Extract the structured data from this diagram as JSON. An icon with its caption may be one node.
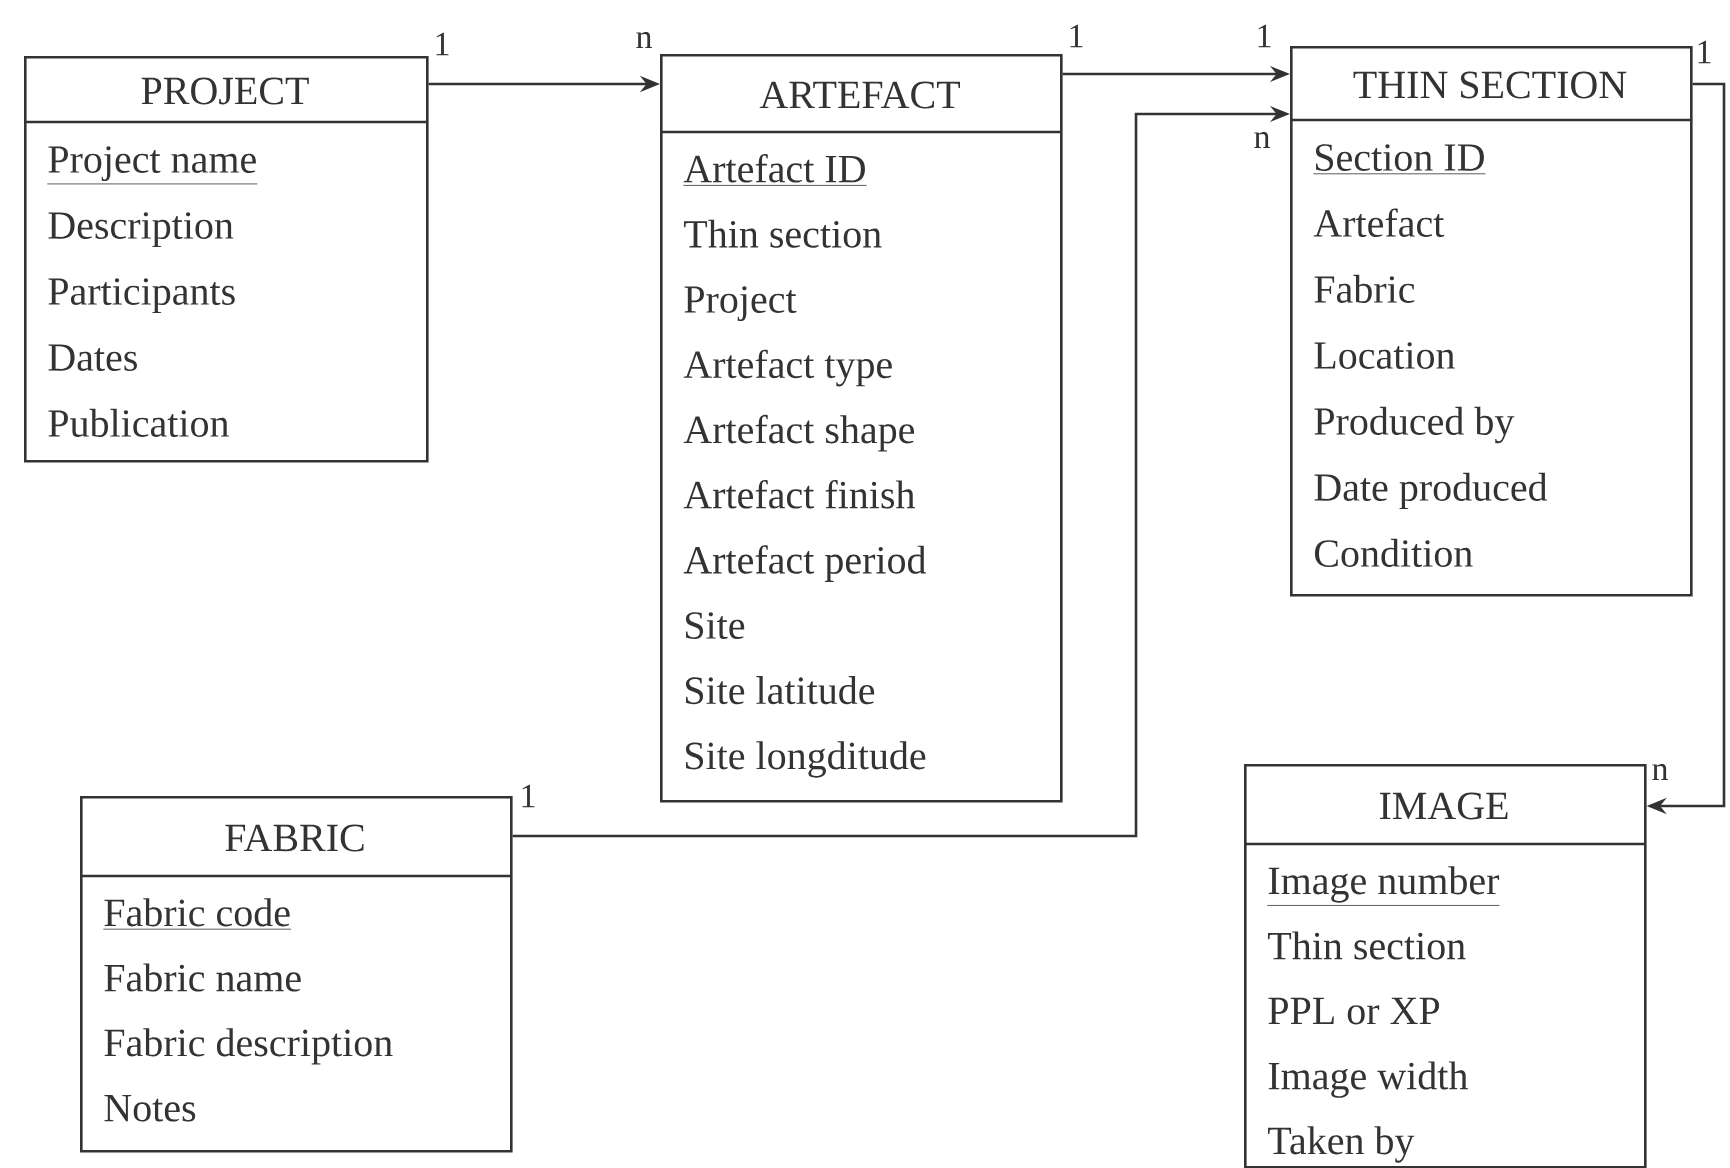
{
  "diagram": {
    "nodes": [
      {
        "text": [
          "PROJECT",
          "Project name",
          "Description",
          "Participants",
          "Dates",
          "Publication"
        ]
      },
      {
        "text": [
          "ARTEFACT",
          "Artefact ID",
          "Thin section",
          "Project",
          "Artefact type",
          "Artefact shape",
          "Artefact finish",
          "Artefact period",
          "Site",
          "Site latitude",
          "Site longditude"
        ]
      },
      {
        "text": [
          "THIN SECTION",
          "Section ID",
          "Artefact",
          "Fabric",
          "Location",
          "Produced by",
          "Date produced",
          "Condition"
        ]
      },
      {
        "text": [
          "FABRIC",
          "Fabric code",
          "Fabric name",
          "Fabric description",
          "Notes"
        ]
      },
      {
        "text": [
          "IMAGE",
          "Image number",
          "Thin section",
          "PPL or XP",
          "Image width",
          "Taken by"
        ]
      }
    ],
    "edges": [
      {
        "from": 0,
        "to": 1,
        "arrow": "to"
      },
      {
        "from": 1,
        "to": 2,
        "arrow": "to"
      },
      {
        "from": 3,
        "to": 2,
        "arrow": "to"
      },
      {
        "from": 2,
        "to": 4,
        "arrow": "to"
      }
    ],
    "labels": [
      "1",
      "n",
      "1",
      "1",
      "1",
      "n",
      "1",
      "n"
    ]
  }
}
